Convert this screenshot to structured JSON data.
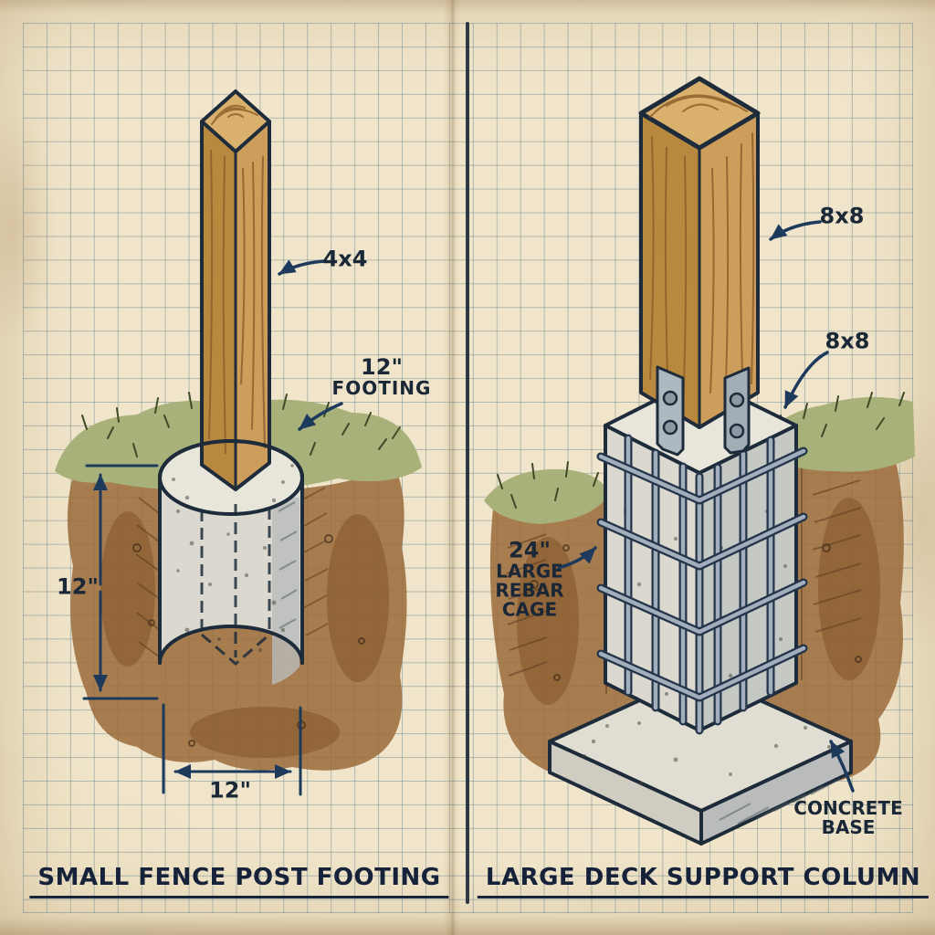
{
  "sheet": {
    "kind": "hand-drawn footing comparison diagram on graph paper"
  },
  "colors": {
    "paper": "#eee3c8",
    "grid_line": "#64808a",
    "ink": "#1d2b3a",
    "dim_blue": "#1d3a5c",
    "wood_light": "#cd9d5c",
    "wood_dark": "#b9883f",
    "wood_top": "#d9b06c",
    "wood_grain": "#8a5c28",
    "concrete": "#dbd9cf",
    "concrete_shade": "#b9bcbb",
    "concrete_top": "#e8e6db",
    "grass": "#a8b179",
    "soil": "#9a6a3a",
    "steel": "#a3aebc"
  },
  "left_panel": {
    "title": "SMALL FENCE POST FOOTING",
    "post_label": "4x4",
    "footing_label": {
      "line1": "12\"",
      "line2": "FOOTING"
    },
    "depth_dimension": "12\"",
    "width_dimension": "12\""
  },
  "right_panel": {
    "title": "LARGE DECK SUPPORT COLUMN",
    "post_label_upper": "8x8",
    "post_label_lower": "8x8",
    "rebar_label": {
      "line1": "24\"",
      "line2": "LARGE",
      "line3": "REBAR",
      "line4": "CAGE"
    },
    "base_label": {
      "line1": "CONCRETE",
      "line2": "BASE"
    }
  }
}
